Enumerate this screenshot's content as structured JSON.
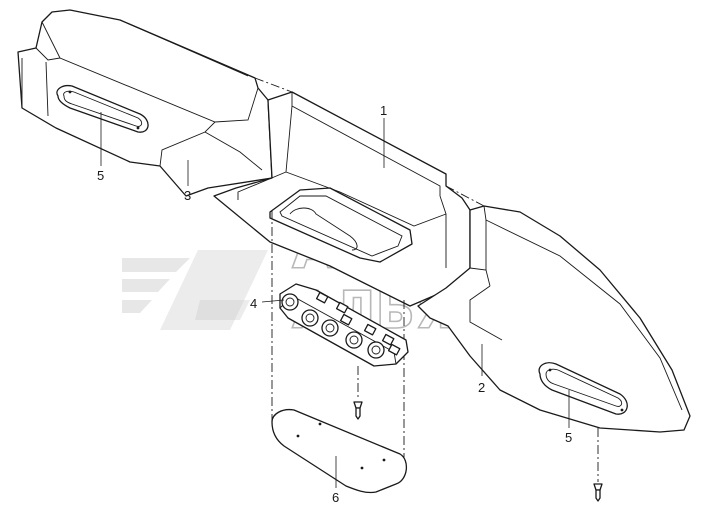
{
  "watermark": {
    "line1": "АВТО",
    "line2": "АЛЬЯНС",
    "color": "#b8b8b8"
  },
  "callouts": [
    {
      "id": "1",
      "label": "1"
    },
    {
      "id": "2",
      "label": "2"
    },
    {
      "id": "3",
      "label": "3"
    },
    {
      "id": "4",
      "label": "4"
    },
    {
      "id": "5a",
      "label": "5"
    },
    {
      "id": "5b",
      "label": "5"
    },
    {
      "id": "6",
      "label": "6"
    }
  ]
}
